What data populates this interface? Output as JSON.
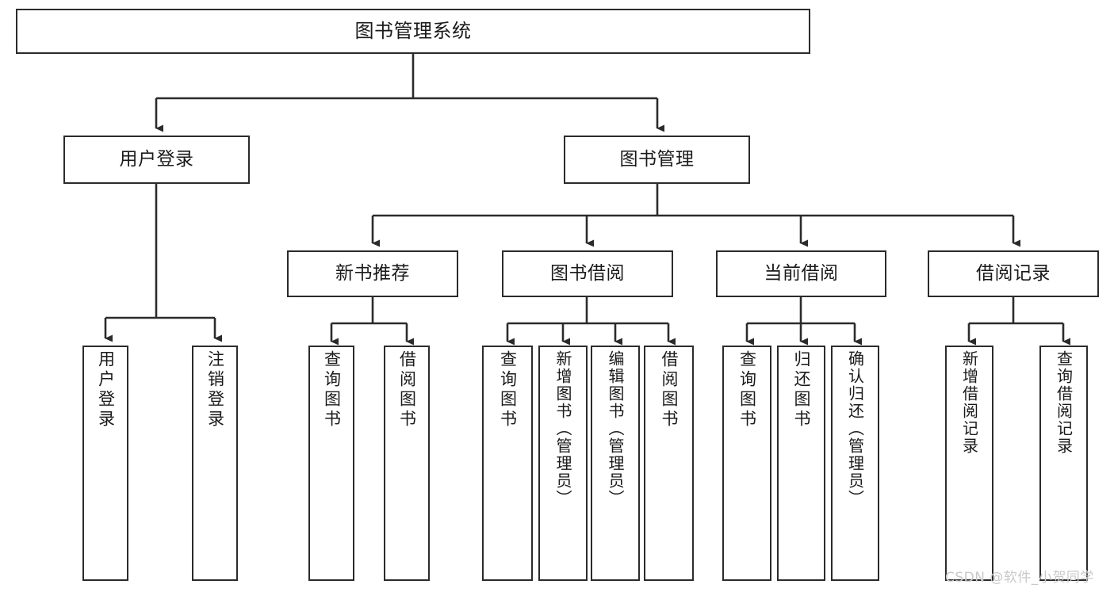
{
  "diagram": {
    "title": "图书管理系统",
    "type": "tree",
    "root": {
      "label": "图书管理系统"
    },
    "level2": [
      {
        "label": "用户登录"
      },
      {
        "label": "图书管理"
      }
    ],
    "level3": [
      {
        "label": "新书推荐"
      },
      {
        "label": "图书借阅"
      },
      {
        "label": "当前借阅"
      },
      {
        "label": "借阅记录"
      }
    ],
    "leaves": {
      "user_login": [
        {
          "label": "用户登录"
        },
        {
          "label": "注销登录"
        }
      ],
      "new_book_recommend": [
        {
          "label": "查询图书"
        },
        {
          "label": "借阅图书"
        }
      ],
      "book_borrow": [
        {
          "label": "查询图书"
        },
        {
          "label": "新增图书（管理员）"
        },
        {
          "label": "编辑图书（管理员）"
        },
        {
          "label": "借阅图书"
        }
      ],
      "current_borrow": [
        {
          "label": "查询图书"
        },
        {
          "label": "归还图书"
        },
        {
          "label": "确认归还（管理员）"
        }
      ],
      "borrow_record": [
        {
          "label": "新增借阅记录"
        },
        {
          "label": "查询借阅记录"
        }
      ]
    },
    "watermark": "CSDN @软件_小贺同学",
    "colors": {
      "stroke": "#2b2b2b",
      "fill": "#ffffff",
      "text": "#1a1a1a",
      "watermark": "#c9c9c9"
    }
  }
}
